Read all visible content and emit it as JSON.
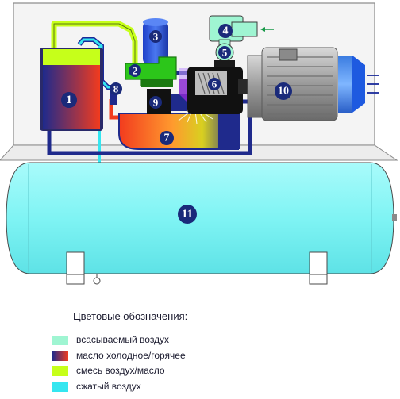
{
  "components": [
    {
      "number": "1"
    },
    {
      "number": "2"
    },
    {
      "number": "3"
    },
    {
      "number": "4"
    },
    {
      "number": "5"
    },
    {
      "number": "6"
    },
    {
      "number": "7"
    },
    {
      "number": "8"
    },
    {
      "number": "9"
    },
    {
      "number": "10"
    },
    {
      "number": "11"
    }
  ],
  "legend": {
    "title": "Цветовые обозначения:",
    "items": [
      {
        "label": "всасываемый воздух",
        "color": "#9ff5d2",
        "gradient": ""
      },
      {
        "label": "масло холодное/горячее",
        "color": "",
        "gradient": "linear-gradient(90deg,#1f2a8c,#f23b1e)"
      },
      {
        "label": "смесь воздух/масло",
        "color": "#c6ff1a",
        "gradient": ""
      },
      {
        "label": "сжатый воздух",
        "color": "#35e6f0",
        "gradient": ""
      }
    ]
  },
  "colors": {
    "intake_air": "#9ff5d2",
    "oil_cold": "#1f2a8c",
    "oil_hot": "#f23b1e",
    "air_oil_mix": "#c6ff1a",
    "compressed_air": "#35e6f0",
    "receiver": "#7ff4f4",
    "housing": "#f4f4f4"
  }
}
